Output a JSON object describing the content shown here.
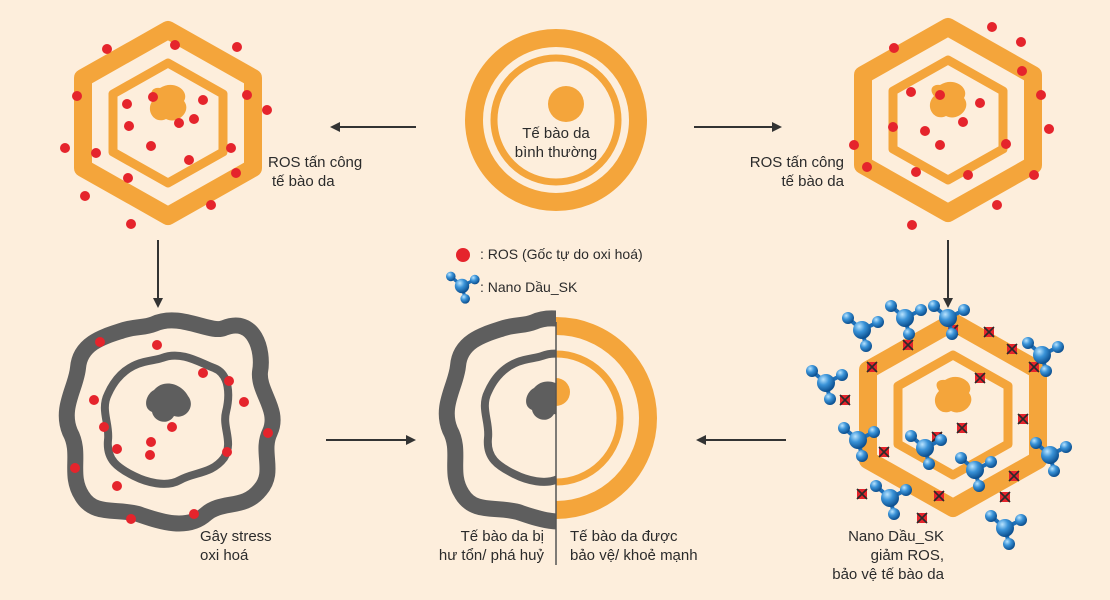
{
  "labels": {
    "normal_cell": [
      "Tế bào da",
      "bình thường"
    ],
    "ros_attack_left": [
      "ROS tấn công",
      "tế bào da"
    ],
    "ros_attack_right": [
      "ROS tấn công",
      "tế bào da"
    ],
    "oxidative_stress": [
      "Gây stress",
      "oxi hoá"
    ],
    "damaged_cell": [
      "Tế bào da bị",
      "hư tổn/ phá huỷ"
    ],
    "protected_cell": [
      "Tế bào da được",
      "bảo vệ/ khoẻ mạnh"
    ],
    "nano_result": [
      "Nano Dầu_SK",
      "giảm ROS,",
      "bảo vệ tế bào da"
    ]
  },
  "legend": {
    "ros": ": ROS (Gốc tự do oxi hoá)",
    "nano": ": Nano Dầu_SK"
  },
  "colors": {
    "background": "#fdeedc",
    "cell_orange": "#f4a53b",
    "ros_red": "#e5242c",
    "damaged_gray": "#5e5e5e",
    "arrow": "#333333",
    "nano_blue": "#1d6fb8"
  },
  "icons": {
    "ros": "red-dot",
    "nano": "blue-molecule",
    "neutralized_ros": "crossed-red-square"
  }
}
